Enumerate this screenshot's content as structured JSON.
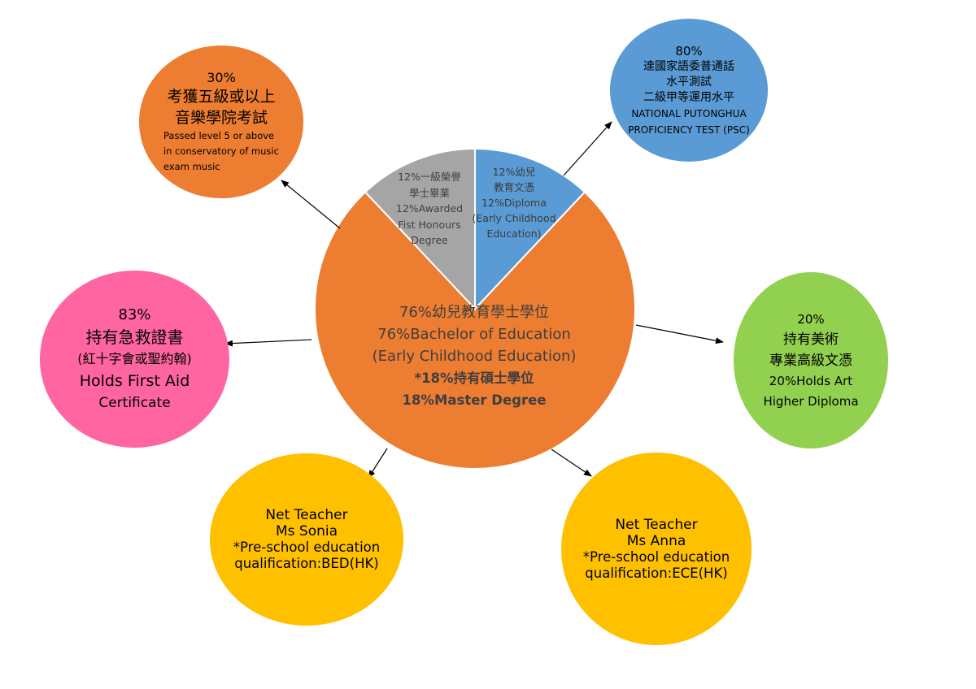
{
  "diagram": {
    "colors": {
      "orange": "#ED7D31",
      "blue": "#5B9BD5",
      "grey": "#A5A5A5",
      "pink": "#FF66A1",
      "green": "#92D050",
      "gold": "#FFC000"
    },
    "center_pie": {
      "slices": [
        {
          "value": 76,
          "color": "#ED7D31"
        },
        {
          "value": 12,
          "color": "#A5A5A5"
        },
        {
          "value": 12,
          "color": "#5B9BD5"
        }
      ],
      "grey_slice_text": [
        "12%一級榮譽",
        "學士畢業",
        "12%Awarded",
        "Fist Honours",
        "Degree"
      ],
      "blue_slice_text": [
        "12%幼兒",
        "教育文憑",
        "12%Diploma",
        "(Early Childhood",
        "Education)"
      ],
      "main_text": [
        "76%幼兒教育學士學位",
        "76%Bachelor of Education",
        "(Early Childhood Education)",
        "*18%持有碩士學位",
        "18%Master Degree"
      ]
    },
    "music": {
      "percent": "30%",
      "zh_line1": "考獲五級或以上",
      "zh_line2": "音樂學院考試",
      "en_line1": "Passed level 5 or above",
      "en_line2": "in conservatory of music",
      "en_line3": "exam music"
    },
    "putonghua": {
      "percent": "80%",
      "zh_line1": "達國家語委普通話",
      "zh_line2": "水平測試",
      "zh_line3": "二級甲等運用水平",
      "en_line1": "NATIONAL PUTONGHUA",
      "en_line2": "PROFICIENCY TEST (PSC)"
    },
    "first_aid": {
      "percent": "83%",
      "zh_line1": "持有急救證書",
      "zh_line2": "(紅十字會或聖約翰)",
      "en_line1": "Holds First Aid",
      "en_line2": "Certificate"
    },
    "art": {
      "percent": "20%",
      "zh_line1": "持有美術",
      "zh_line2": "專業高級文憑",
      "en_line1": "20%Holds Art",
      "en_line2": "Higher Diploma"
    },
    "teacher_sonia": {
      "line1": "Net Teacher",
      "line2": "Ms Sonia",
      "line3": "*Pre-school education",
      "line4": "qualification:BED(HK)"
    },
    "teacher_anna": {
      "line1": "Net Teacher",
      "line2": "Ms Anna",
      "line3": "*Pre-school education",
      "line4": "qualification:ECE(HK)"
    }
  }
}
